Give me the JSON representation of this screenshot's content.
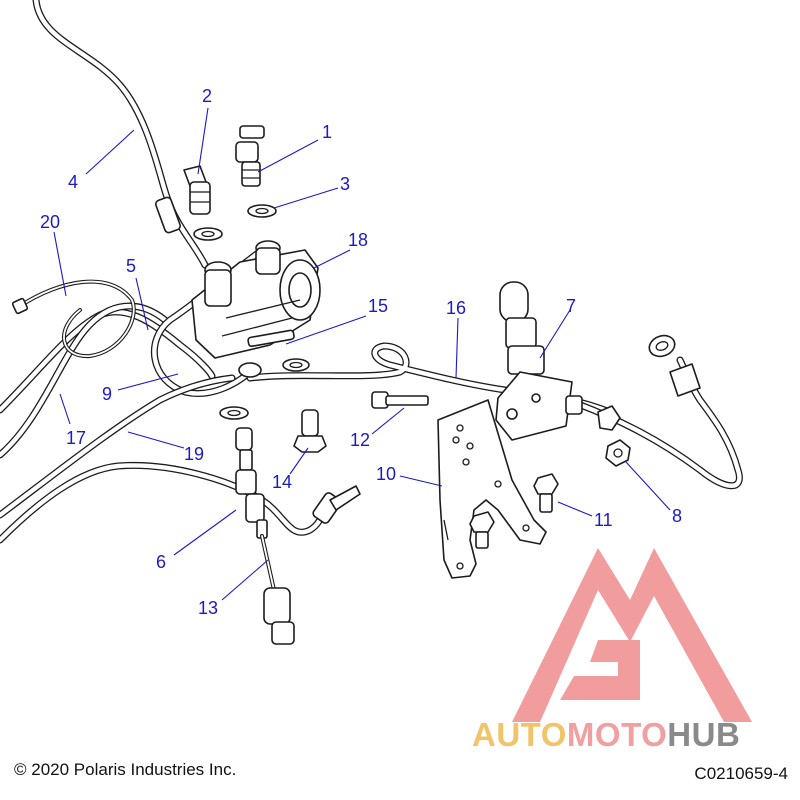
{
  "callouts": [
    "1",
    "2",
    "3",
    "4",
    "5",
    "6",
    "7",
    "8",
    "9",
    "10",
    "11",
    "12",
    "13",
    "14",
    "15",
    "16",
    "17",
    "18",
    "19",
    "20"
  ],
  "footer": {
    "copyright": "© 2020 Polaris Industries Inc.",
    "drawing_code": "C0210659-4"
  },
  "watermark": {
    "word_auto": "AUTO",
    "word_moto": "MOTO",
    "word_hub": "HUB",
    "colors": {
      "auto": "#f2c46a",
      "moto": "#f0a0a0",
      "hub": "#8a8a8a",
      "logo": "#f08c8c"
    }
  },
  "colors": {
    "callout": "#1a1ac8",
    "line": "#1c1c1c"
  }
}
